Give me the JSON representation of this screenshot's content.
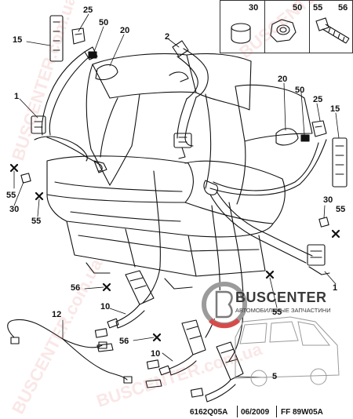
{
  "callouts": {
    "c25_left": "25",
    "c50_left": "50",
    "c20_left": "20",
    "c15_left": "15",
    "c1_left": "1",
    "c55_left": "55",
    "c30_left": "30",
    "c55_left_b": "55",
    "c2": "2",
    "c20_right": "20",
    "c50_right": "50",
    "c25_right": "25",
    "c15_right": "15",
    "c30_right": "30",
    "c55_right": "55",
    "c1_right": "1",
    "c55_mid": "55",
    "c56_upper": "56",
    "c10_upper": "10",
    "c12": "12",
    "c56_lower": "56",
    "c10_lower": "10",
    "c5": "5"
  },
  "inset": {
    "label_30": "30",
    "label_50": "50",
    "label_55": "55",
    "label_56": "56"
  },
  "footer": {
    "ref": "6162Q05A",
    "date": "06/2009",
    "code": "FF 89W05A"
  },
  "brand": {
    "name": "BUSCENTER",
    "subtitle": "АВТОМОБИЛЬНЫЕ ЗАПЧАСТИНИ",
    "color": "#d84a4a"
  },
  "watermark": {
    "text": "BUSCENTER.com.ua"
  }
}
